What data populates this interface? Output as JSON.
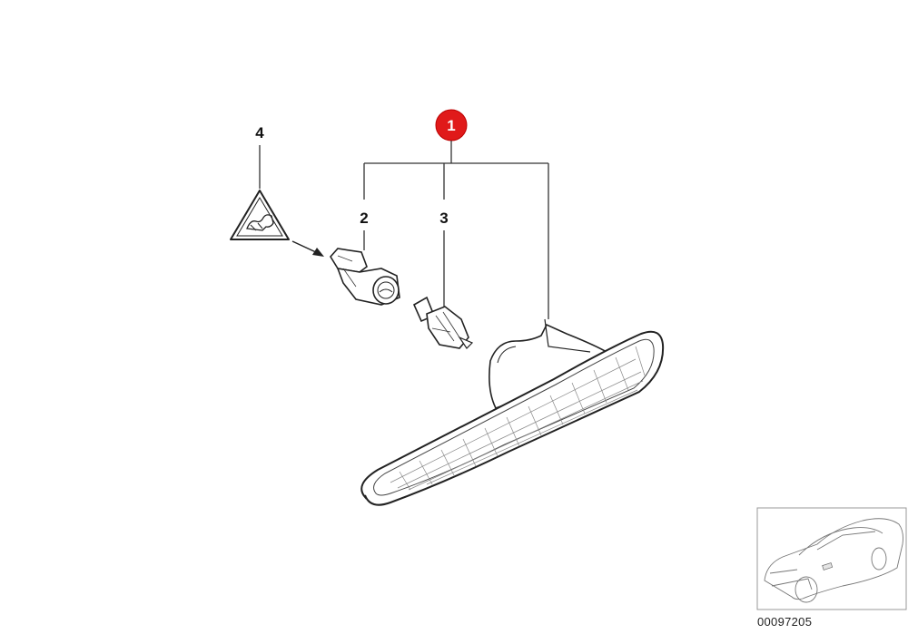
{
  "callouts": {
    "main_assembly": "1",
    "bulb_socket": "2",
    "bulb": "3",
    "warning_label": "4"
  },
  "figure_number": "00097205",
  "colors": {
    "highlight_badge": "#e01a1a",
    "line": "#333333",
    "thumbnail_border": "#999999"
  },
  "icons": [
    "warning-triangle-icon",
    "direction-arrow-icon",
    "car-thumbnail-icon"
  ]
}
